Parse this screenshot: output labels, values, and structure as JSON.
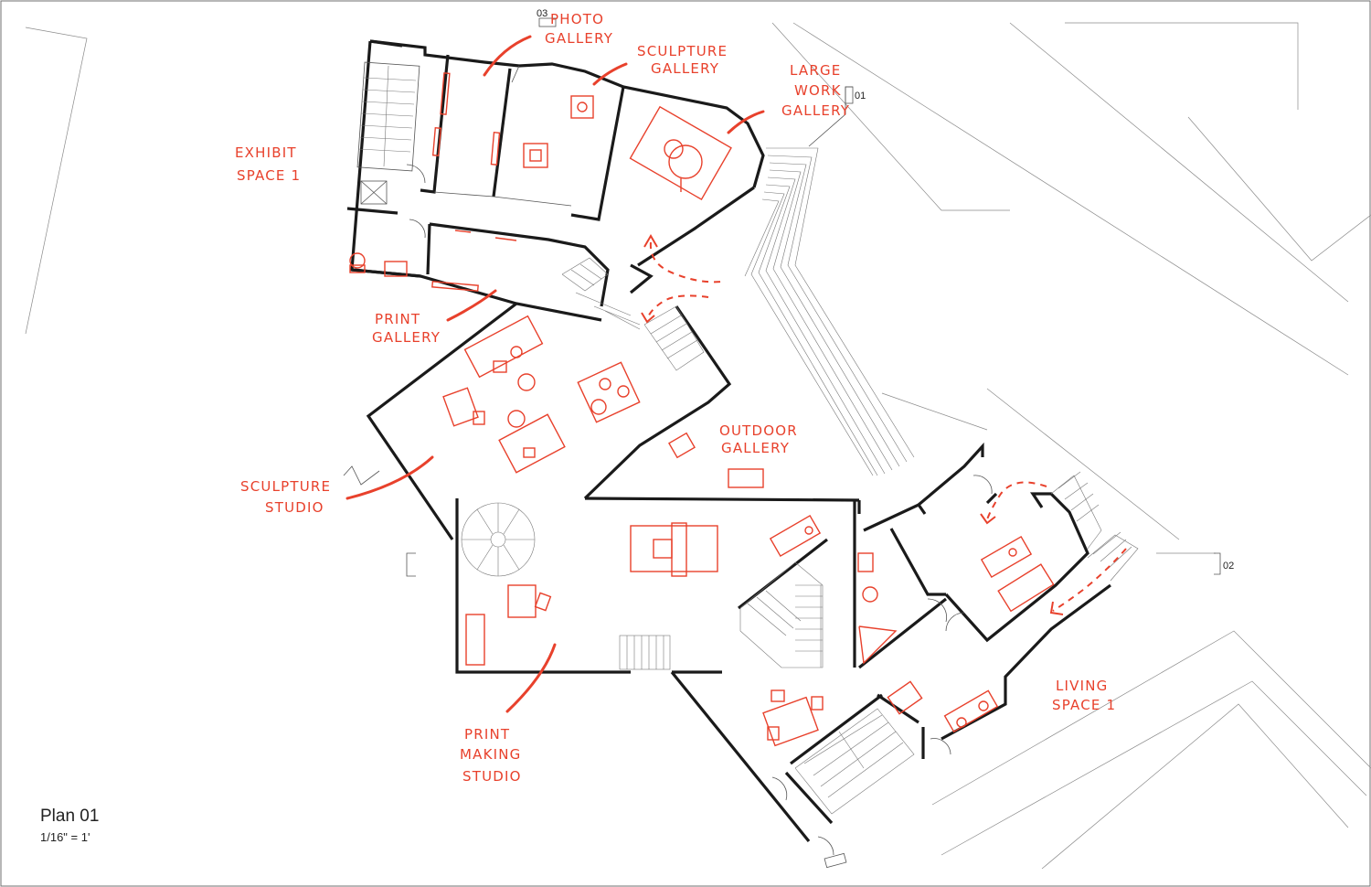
{
  "plan": {
    "title": "Plan 01",
    "scale": "1/16\" = 1'"
  },
  "section_markers": [
    "03",
    "01",
    "02"
  ],
  "rooms": [
    {
      "id": "photo",
      "lines": [
        "PHOTO",
        "GALLERY"
      ]
    },
    {
      "id": "sculpture-gallery",
      "lines": [
        "SCULPTURE",
        "GALLERY"
      ]
    },
    {
      "id": "large-work",
      "lines": [
        "LARGE",
        "WORK",
        "GALLERY"
      ]
    },
    {
      "id": "exhibit",
      "lines": [
        "EXHIBIT",
        "SPACE 1"
      ]
    },
    {
      "id": "print-gallery",
      "lines": [
        "PRINT",
        "GALLERY"
      ]
    },
    {
      "id": "outdoor",
      "lines": [
        "OUTDOOR",
        "GALLERY"
      ]
    },
    {
      "id": "sculpture-studio",
      "lines": [
        "SCULPTURE",
        "STUDIO"
      ]
    },
    {
      "id": "print-making",
      "lines": [
        "PRINT",
        "MAKING",
        "STUDIO"
      ]
    },
    {
      "id": "living",
      "lines": [
        "LIVING",
        "SPACE 1"
      ]
    }
  ],
  "colors": {
    "annotation": "#e8412c",
    "walls": "#1a1a1a",
    "site_lines": "#8a8a8a",
    "background": "#ffffff"
  }
}
